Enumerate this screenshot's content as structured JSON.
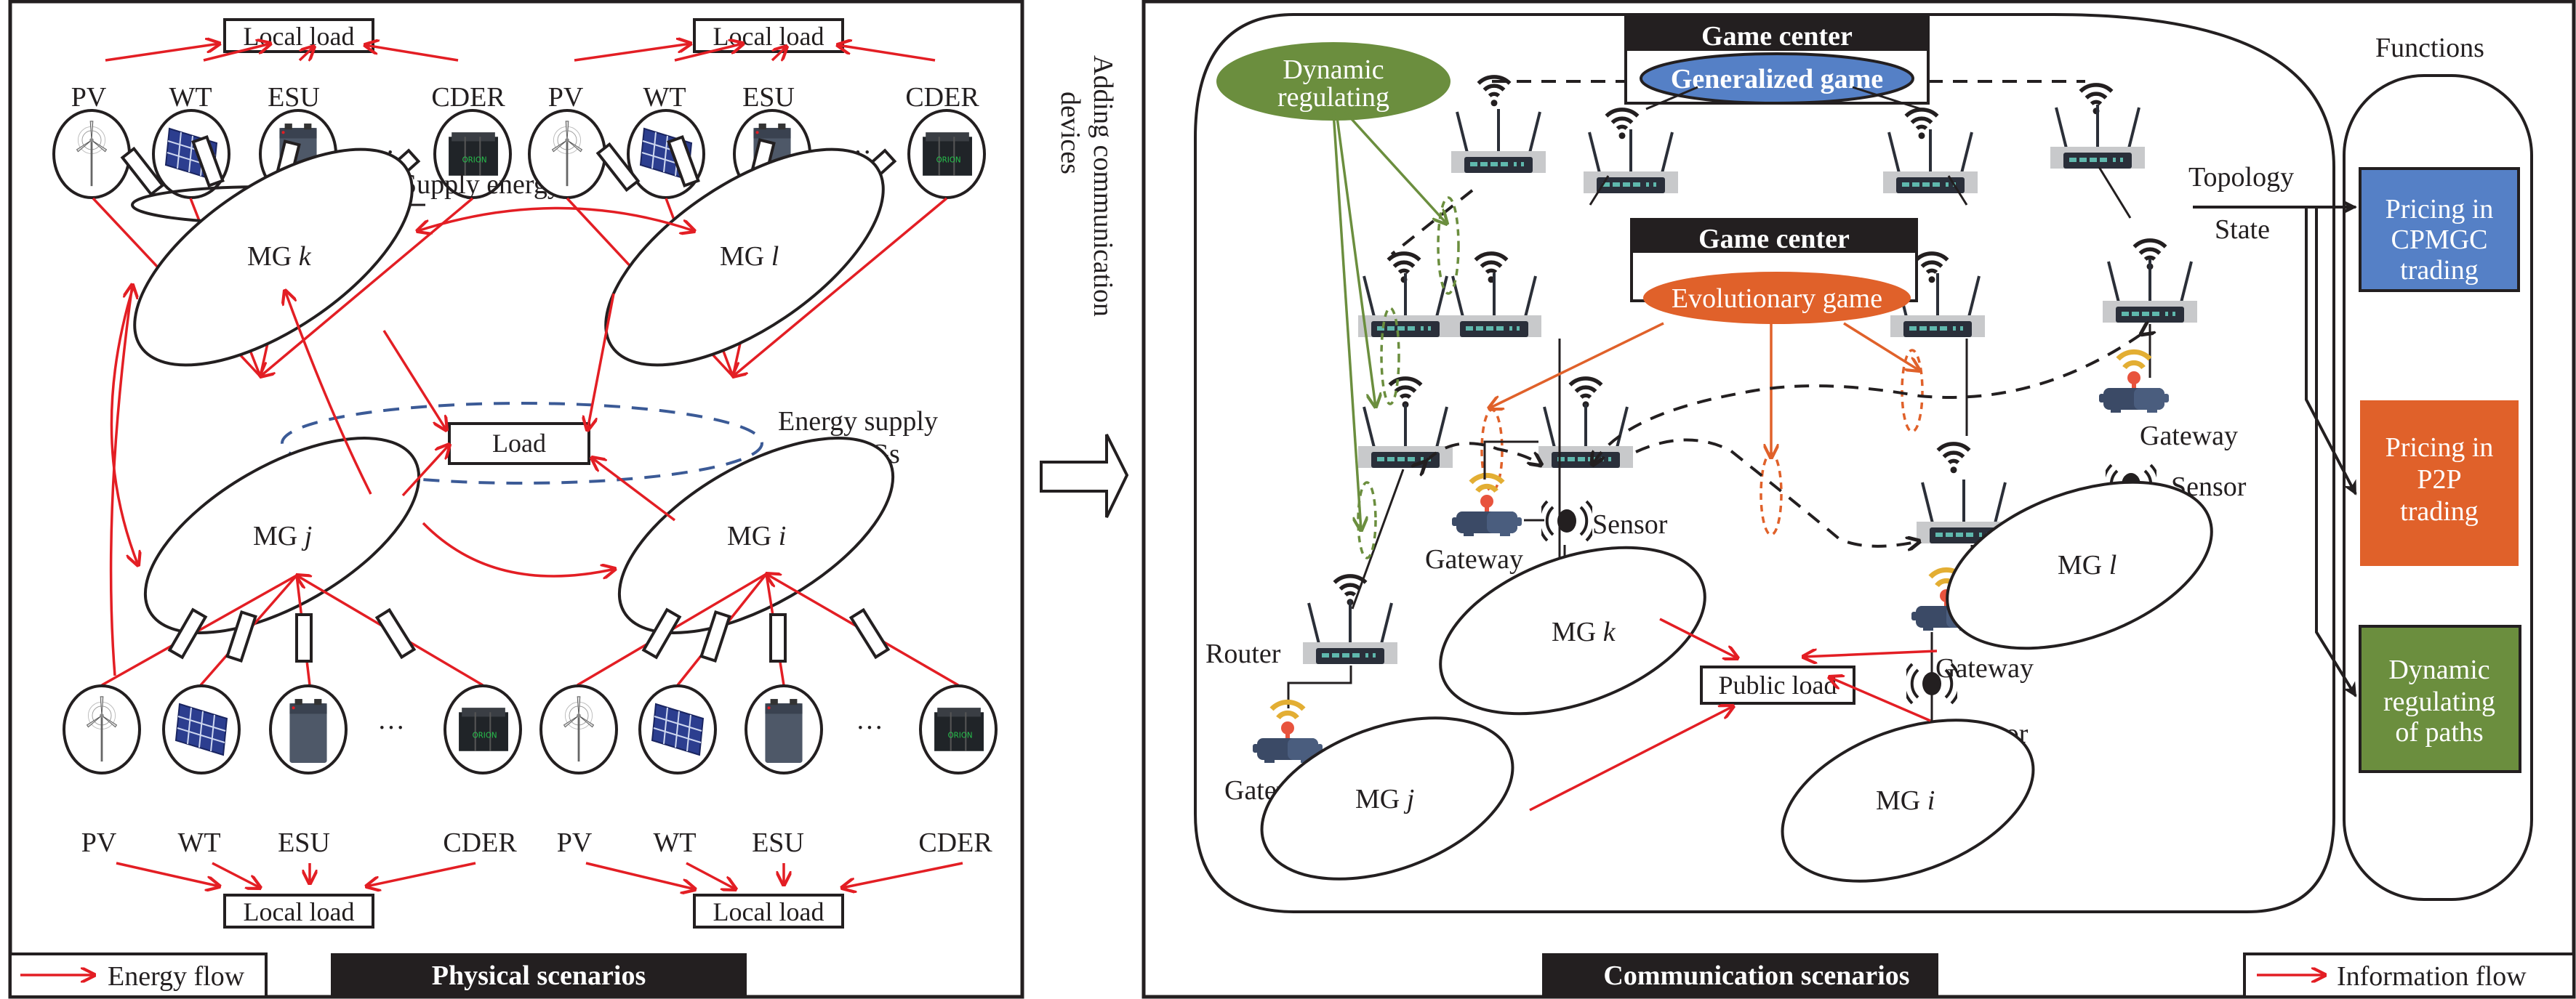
{
  "physical": {
    "local_load": "Local load",
    "sources": [
      "PV",
      "WT",
      "ESU",
      "CDER"
    ],
    "ellipsis": "···",
    "supply_energy": "Supply energy",
    "mg_prefix": "MG",
    "mg_k": "k",
    "mg_l": "l",
    "mg_j": "j",
    "mg_i": "i",
    "load": "Load",
    "energy_supply_line1": "Energy supply",
    "energy_supply_line2": "by MGs",
    "legend_label": "Energy flow",
    "title": "Physical scenarios"
  },
  "transition": {
    "line1": "Adding communication",
    "line2": "devices"
  },
  "communication": {
    "dynamic_line1": "Dynamic",
    "dynamic_line2": "regulating",
    "game_center_top": "Game center",
    "generalized_game": "Generalized game",
    "game_center_mid": "Game center",
    "evolutionary_game": "Evolutionary game",
    "router": "Router",
    "gateway": "Gateway",
    "sensor": "Sensor",
    "public_load": "Public load",
    "topology": "Topology",
    "state": "State",
    "title": "Communication scenarios",
    "legend_label": "Information flow"
  },
  "functions": {
    "heading": "Functions",
    "boxes": [
      {
        "lines": [
          "Pricing in",
          "CPMGC",
          "trading"
        ],
        "color": "#5580c6"
      },
      {
        "lines": [
          "Pricing in",
          "P2P",
          "trading"
        ],
        "color": "#e0612a"
      },
      {
        "lines": [
          "Dynamic",
          "regulating",
          "of paths"
        ],
        "color": "#6b8e3e"
      }
    ]
  },
  "colors": {
    "energy_flow": "#e31e24",
    "dynamic_regulating": "#6b8e3e",
    "generalized_game": "#5580c6",
    "evolutionary_game": "#e0612a",
    "dark_band": "#231f20"
  }
}
